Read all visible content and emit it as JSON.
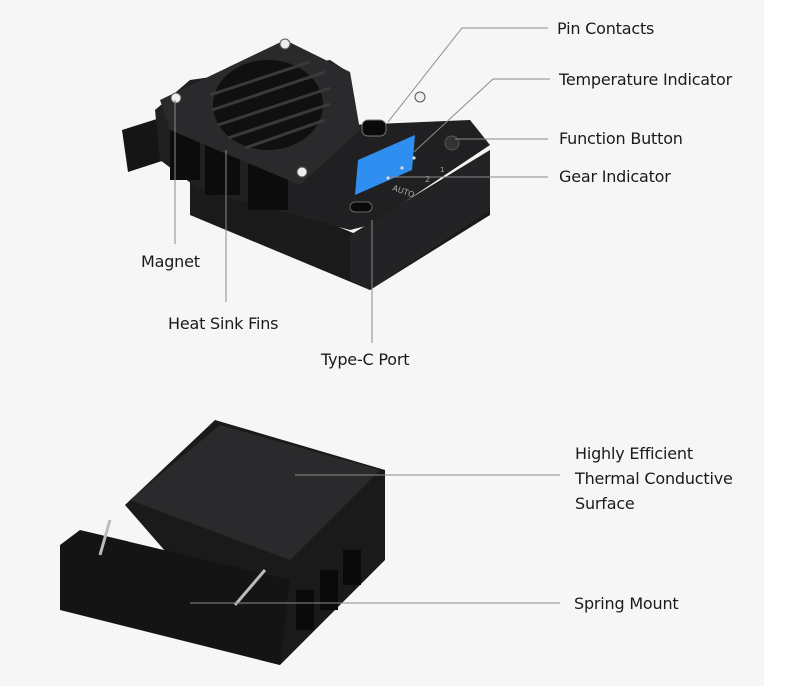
{
  "callouts": {
    "pin_contacts": "Pin Contacts",
    "temperature_indicator": "Temperature Indicator",
    "function_button": "Function Button",
    "gear_indicator": "Gear Indicator",
    "magnet": "Magnet",
    "heat_sink_fins": "Heat Sink Fins",
    "type_c_port": "Type-C Port",
    "thermal_surface": [
      "Highly Efficient",
      "Thermal Conductive",
      "Surface"
    ],
    "spring_mount": "Spring Mount"
  },
  "device_markings": {
    "auto": "AUTO",
    "gear_2": "2",
    "gear_1": "1"
  },
  "colors": {
    "background": "#f6f6f6",
    "device_body": "#1c1c1e",
    "indicator_blue": "#2f8ff0",
    "leader_line": "#8a8a8a"
  }
}
